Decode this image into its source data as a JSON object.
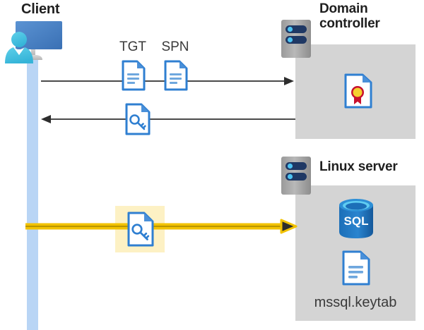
{
  "diagram": {
    "title_hidden": "Kerberos authentication flow: Client, Domain controller, Linux server",
    "actors": {
      "client": {
        "label": "Client",
        "icon": "user-computer-icon",
        "lifeline_color": "#b9d5f5"
      },
      "domain_controller": {
        "label": "Domain controller",
        "label_line1": "Domain",
        "label_line2": "controller",
        "icon": "server-rack-icon",
        "panel_color": "#d4d4d4",
        "contents": [
          {
            "icon": "certificate-document-icon",
            "label": ""
          }
        ]
      },
      "linux_server": {
        "label": "Linux server",
        "icon": "server-rack-icon",
        "panel_color": "#d4d4d4",
        "contents": [
          {
            "icon": "sql-database-icon",
            "label": "SQL"
          },
          {
            "icon": "document-icon",
            "label": "mssql.keytab"
          }
        ]
      }
    },
    "messages": [
      {
        "id": "msg-tgt-spn-request",
        "direction": "right",
        "from": "client",
        "to": "domain_controller",
        "color": "#4a4a4a",
        "artifacts": [
          {
            "label": "TGT",
            "icon": "document-lines-icon"
          },
          {
            "label": "SPN",
            "icon": "document-lines-icon"
          }
        ]
      },
      {
        "id": "msg-ticket-response",
        "direction": "left",
        "from": "domain_controller",
        "to": "client",
        "color": "#4a4a4a",
        "artifacts": [
          {
            "label": "",
            "icon": "document-key-icon"
          }
        ]
      },
      {
        "id": "msg-ticket-presented",
        "direction": "right",
        "from": "client",
        "to": "linux_server",
        "color": "#f2c200",
        "highlighted": true,
        "highlight_color": "#fdf1c4",
        "artifacts": [
          {
            "label": "",
            "icon": "document-key-icon"
          }
        ]
      }
    ],
    "colors": {
      "panel_gray": "#d4d4d4",
      "server_gray": "#a6a6a6",
      "server_pill": "#1f3864",
      "server_dot": "#4cc2f1",
      "doc_blue": "#2f7fd1",
      "doc_line_blue": "#6ea7de",
      "arrow_gray": "#4a4a4a",
      "arrow_yellow": "#f2c200",
      "arrow_yellow_head": "#2d2d2d",
      "highlight_yellow": "#fdf1c4",
      "lifeline_blue": "#b9d5f5",
      "monitor_blue": "#4a82c4",
      "person_cyan": "#4ec3e0",
      "cert_gold": "#f5d02f",
      "cert_red": "#c8102e",
      "sql_blue": "#1b6cb5",
      "sql_top": "#55c6ee",
      "text_dark": "#1f1f1f",
      "text_gray": "#3a3a3a"
    }
  }
}
